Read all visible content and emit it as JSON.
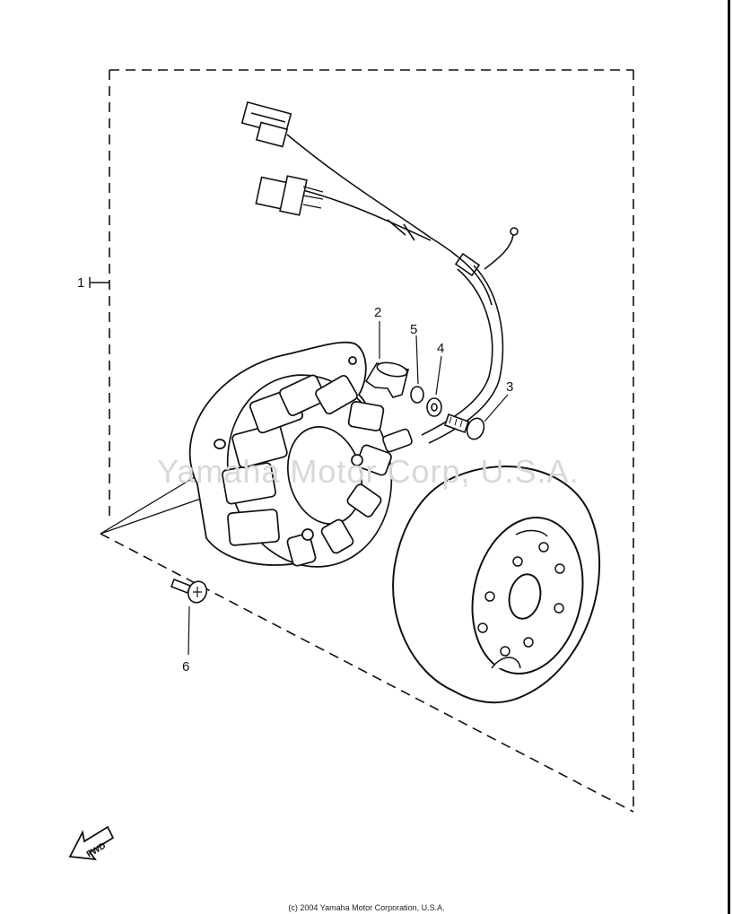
{
  "callouts": {
    "c1": "1",
    "c2": "2",
    "c3": "3",
    "c4": "4",
    "c5": "5",
    "c6": "6"
  },
  "fwd_label": "FWD",
  "watermark": "Yamaha Motor Corp, U.S.A.",
  "copyright": "(c) 2004 Yamaha Motor Corporation, U.S.A.",
  "colors": {
    "ink": "#111111",
    "paper": "#ffffff",
    "watermark": "#d8d8d8"
  }
}
